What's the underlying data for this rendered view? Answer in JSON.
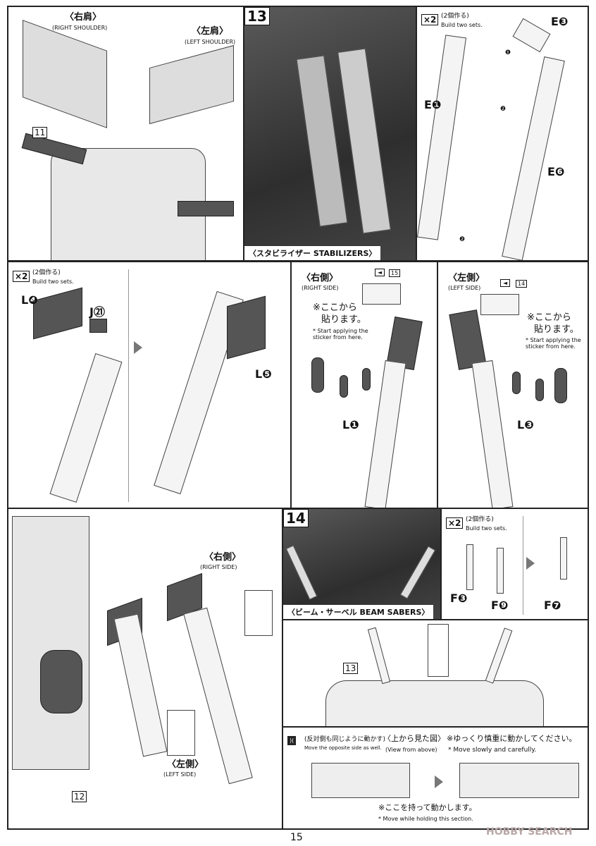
{
  "page_number": "15",
  "watermark": "HOBBY SEARCH",
  "step11": {
    "number": "11",
    "right_shoulder_jp": "〈右肩〉",
    "right_shoulder_en": "(RIGHT SHOULDER)",
    "left_shoulder_jp": "〈左肩〉",
    "left_shoulder_en": "(LEFT SHOULDER)"
  },
  "step13_photo": {
    "number": "13",
    "caption": "〈スタビライザー STABILIZERS〉"
  },
  "stabilizer_parts": {
    "qty": "×2",
    "qty_jp": "(2個作る)",
    "qty_en": "Build two sets.",
    "labels": [
      "E❸",
      "E❶",
      "E❻"
    ],
    "order": [
      "❶",
      "❷",
      "❷"
    ]
  },
  "stabilizer_assembly": {
    "qty": "×2",
    "qty_jp": "(2個作る)",
    "qty_en": "Build two sets.",
    "labels": [
      "L❹",
      "J㉑",
      "L❺"
    ]
  },
  "right_side_sticker": {
    "title_jp": "〈右側〉",
    "title_en": "(RIGHT SIDE)",
    "sticker_no": "15",
    "note_jp_1": "※ここから",
    "note_jp_2": "貼ります。",
    "note_en": "* Start applying the sticker from here.",
    "part": "L❶"
  },
  "left_side_sticker": {
    "title_jp": "〈左側〉",
    "title_en": "(LEFT SIDE)",
    "sticker_no": "14",
    "note_jp_1": "※ここから",
    "note_jp_2": "貼ります。",
    "note_en": "* Start applying the sticker from here.",
    "part": "L❸"
  },
  "step12": {
    "number": "12",
    "right_jp": "〈右側〉",
    "right_en": "(RIGHT SIDE)",
    "left_jp": "〈左側〉",
    "left_en": "(LEFT SIDE)"
  },
  "step14_photo": {
    "number": "14",
    "caption": "〈ビーム・サーベル BEAM SABERS〉"
  },
  "saber_parts": {
    "qty": "×2",
    "qty_jp": "(2個作る)",
    "qty_en": "Build two sets.",
    "labels": [
      "F❸",
      "F❾",
      "F❼"
    ]
  },
  "saber_mount": {
    "ref": "13"
  },
  "bottom": {
    "opposite_jp": "(反対側も同じように動かす)",
    "opposite_en": "Move the opposite side as well.",
    "view_jp": "〈上から見た図〉",
    "view_en": "(View from above)",
    "careful_jp": "※ゆっくり慎重に動かしてください。",
    "careful_en": "* Move slowly and carefully.",
    "hold_jp": "※ここを持って動かします。",
    "hold_en": "* Move while holding this section."
  }
}
